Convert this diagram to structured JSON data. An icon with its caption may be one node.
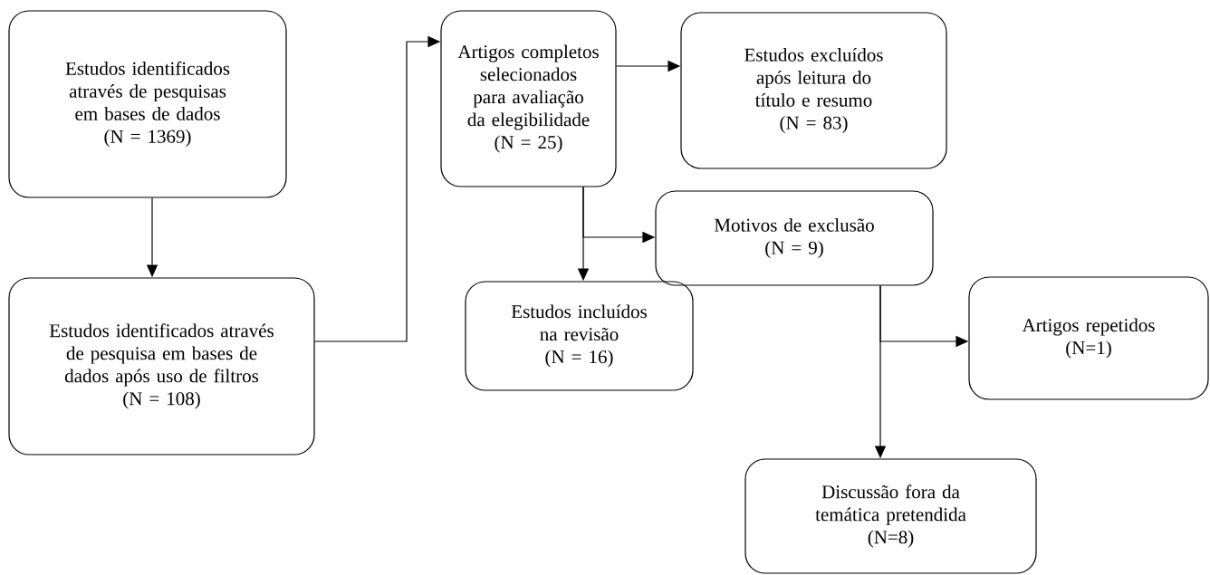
{
  "diagram": {
    "nodes": [
      {
        "text": [
          "Estudos identificados através de pesquisas em bases de dados",
          "(N = 1369)"
        ]
      },
      {
        "text": [
          "Estudos identificados através de pesquisa em bases de dados após uso de filtros",
          "(N = 108)"
        ]
      },
      {
        "text": [
          "Artigos completos selecionados para avaliação da elegibilidade",
          "(N = 25)"
        ]
      },
      {
        "text": [
          "Estudos excluídos após leitura do título e resumo",
          "(N = 83)"
        ]
      },
      {
        "text": [
          "Estudos incluídos na revisão",
          "(N = 16)"
        ]
      },
      {
        "text": [
          "Motivos de exclusão",
          "(N = 9)"
        ]
      },
      {
        "text": [
          "Artigos repetidos",
          "(N=1)"
        ]
      },
      {
        "text": [
          "Discussão fora da temática pretendida",
          "(N=8)"
        ]
      }
    ],
    "edges": [
      {
        "from": 0,
        "to": 1,
        "arrow": "to"
      },
      {
        "from": 1,
        "to": 2,
        "arrow": "to"
      },
      {
        "from": 2,
        "to": 3,
        "arrow": "to"
      },
      {
        "from": 2,
        "to": 4,
        "arrow": "to"
      },
      {
        "from": 2,
        "to": 5,
        "arrow": "to"
      },
      {
        "from": 5,
        "to": 6,
        "arrow": "to"
      },
      {
        "from": 5,
        "to": 7,
        "arrow": "to"
      }
    ]
  }
}
